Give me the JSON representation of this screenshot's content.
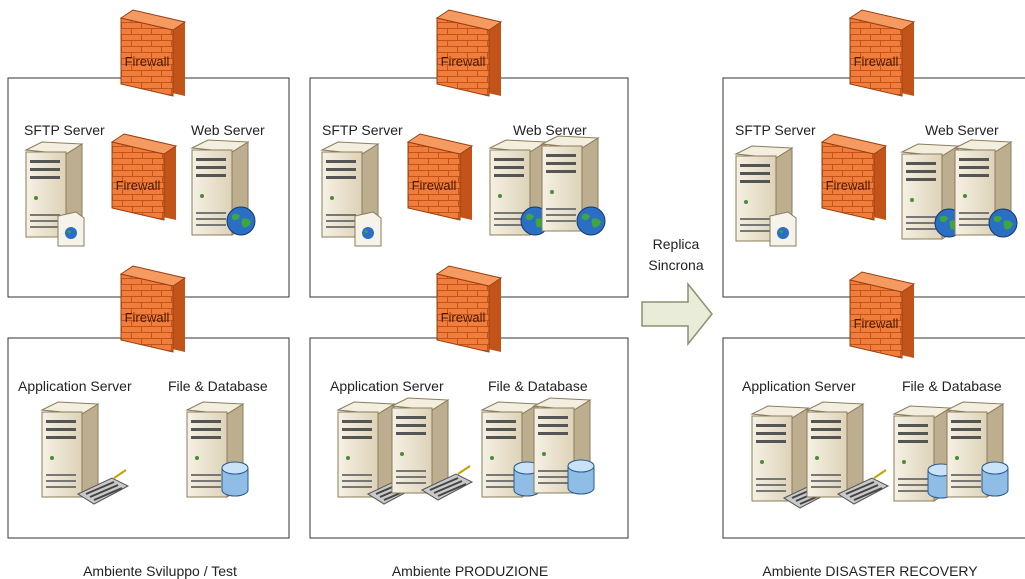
{
  "firewall_label": "Firewall",
  "environments": [
    {
      "caption": "Ambiente  Sviluppo / Test",
      "web_tier": {
        "left_label": "SFTP Server",
        "right_label": "Web Server"
      },
      "app_tier": {
        "left_label": "Application  Server",
        "right_label": "File & Database"
      }
    },
    {
      "caption": "Ambiente  PRODUZIONE",
      "web_tier": {
        "left_label": "SFTP Server",
        "right_label": "Web Server"
      },
      "app_tier": {
        "left_label": "Application  Server",
        "right_label": "File & Database"
      }
    },
    {
      "caption": "Ambiente  DISASTER RECOVERY",
      "web_tier": {
        "left_label": "SFTP Server",
        "right_label": "Web Server"
      },
      "app_tier": {
        "left_label": "Application  Server",
        "right_label": "File & Database"
      }
    }
  ],
  "replication": {
    "line1": "Replica",
    "line2": "Sincrona"
  },
  "colors": {
    "firewall_fill": "#f07d3c",
    "firewall_dark": "#c2541a",
    "server_body": "#ebe3cf",
    "server_side": "#bcae8e",
    "arrow_fill": "#e8ecd8",
    "box_border": "#333333"
  }
}
